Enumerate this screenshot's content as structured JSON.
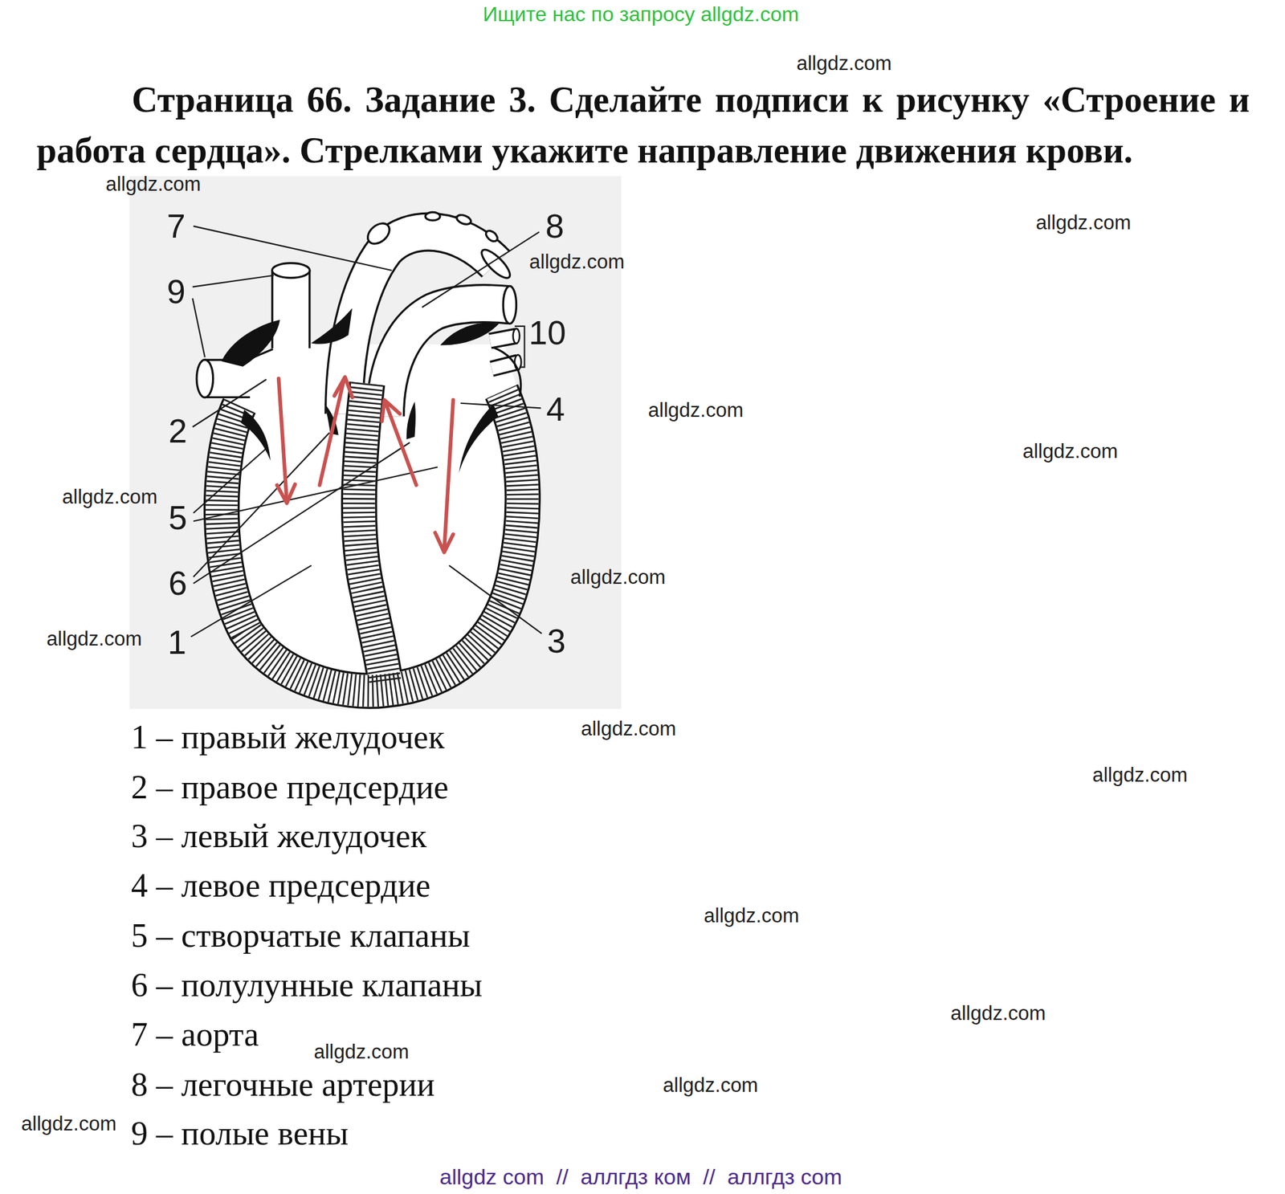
{
  "diagram": {
    "title": "Страница 66. Задание 3. Сделайте подписи к рисунку «Строение и работа сердца». Стрелками укажите направление движения крови.",
    "labels": [
      "Ищите нас по запросу allgdz.com",
      "allgdz.com",
      "allgdz.com",
      "allgdz.com",
      "7",
      "8",
      "allgdz.com",
      "9",
      "10",
      "4",
      "allgdz.com",
      "2",
      "allgdz.com",
      "allgdz.com",
      "5",
      "allgdz.com",
      "6",
      "allgdz.com",
      "1",
      "3",
      "1 – правый желудочек",
      "allgdz.com",
      "2 – правое предсердие",
      "allgdz.com",
      "3 – левый желудочек",
      "4 – левое предсердие",
      "allgdz.com",
      "5 – створчатые клапаны",
      "6 – полулунные клапаны",
      "allgdz.com",
      "7 – аорта",
      "allgdz.com",
      "8 – легочные артерии",
      "allgdz.com",
      "allgdz.com",
      "9 – полые вены",
      "allgdz com  //  аллгдз ком  //  аллгдз com"
    ]
  }
}
